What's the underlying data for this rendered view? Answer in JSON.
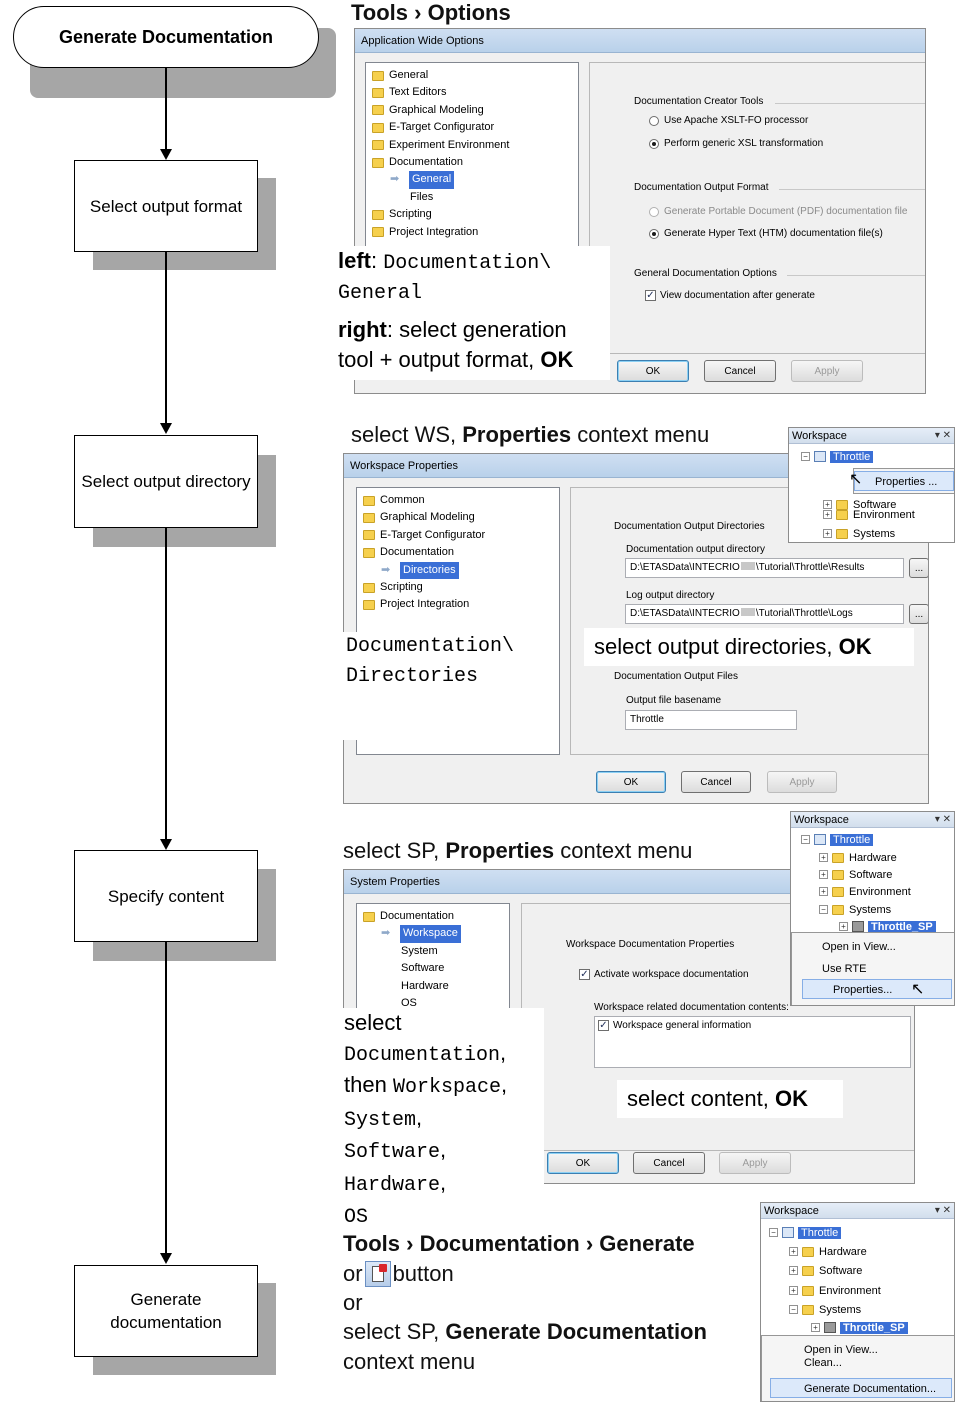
{
  "flow": {
    "start": "Generate Documentation",
    "steps": [
      {
        "label": "Select output format"
      },
      {
        "label": "Select output directory"
      },
      {
        "label": "Specify content"
      },
      {
        "label": "Generate documentation"
      }
    ]
  },
  "step1": {
    "caption": {
      "a": "Tools",
      "sep": " › ",
      "b": "Options"
    },
    "dialog_title": "Application Wide Options",
    "tree": [
      "General",
      "Text Editors",
      "Graphical Modeling",
      "E-Target Configurator",
      "Experiment Environment",
      "Documentation",
      "General",
      "Files",
      "Scripting",
      "Project Integration"
    ],
    "group1": "Documentation Creator Tools",
    "opt1": "Use Apache XSLT-FO processor",
    "opt2": "Perform generic XSL transformation",
    "group2": "Documentation Output Format",
    "opt3": "Generate Portable Document (PDF) documentation file",
    "opt4": "Generate Hyper Text (HTM) documentation file(s)",
    "group3": "General Documentation Options",
    "opt5": "View documentation after generate",
    "ok": "OK",
    "cancel": "Cancel",
    "apply": "Apply",
    "note_left_label": "left",
    "note_left_colon": ": ",
    "note_left_path1": "Documentation\\",
    "note_left_path2": "General",
    "note_right_label": "right",
    "note_right_text1": ": select generation",
    "note_right_text2": "tool + output format, ",
    "note_right_ok": "OK"
  },
  "step2": {
    "caption": {
      "a": "select WS, ",
      "b": "Properties",
      "c": " context menu"
    },
    "dialog_title": "Workspace Properties",
    "tree": [
      "Common",
      "Graphical Modeling",
      "E-Target Configurator",
      "Documentation",
      "Directories",
      "Scripting",
      "Project Integration"
    ],
    "group1": "Documentation Output Directories",
    "doc_dir_label": "Documentation output directory",
    "doc_dir_value": "D:\\ETASData\\INTECRIO",
    "doc_dir_value2": "\\Tutorial\\Throttle\\Results",
    "log_dir_label": "Log output directory",
    "log_dir_value": "D:\\ETASData\\INTECRIO",
    "log_dir_value2": "\\Tutorial\\Throttle\\Logs",
    "browse": "...",
    "group2": "Documentation Output Files",
    "basename_label": "Output file basename",
    "basename_value": "Throttle",
    "ok": "OK",
    "cancel": "Cancel",
    "apply": "Apply",
    "note_path1": "Documentation\\",
    "note_path2": "Directories",
    "note_right": "select output directories, ",
    "note_right_ok": "OK",
    "ws_title": "Workspace",
    "ws_root": "Throttle",
    "ws_items": [
      "Software",
      "Environment",
      "Systems"
    ],
    "ctx_properties": "Properties ..."
  },
  "step3": {
    "caption": {
      "a": "select SP, ",
      "b": "Properties",
      "c": " context menu"
    },
    "dialog_title": "System Properties",
    "tree": [
      "Documentation",
      "Workspace",
      "System",
      "Software",
      "Hardware",
      "OS"
    ],
    "group1": "Workspace Documentation Properties",
    "activate": "Activate workspace documentation",
    "contents_label": "Workspace related documentation contents:",
    "contents_item": "Workspace general information",
    "ok": "OK",
    "cancel": "Cancel",
    "apply": "Apply",
    "note_select": "select",
    "note_doc": "Documentation",
    "note_comma": ",",
    "note_then": "then ",
    "note_ws": "Workspace",
    "note_sys": "System",
    "note_sw": "Software",
    "note_hw": "Hardware",
    "note_os": "OS",
    "note_right": "select content, ",
    "note_right_ok": "OK",
    "ws_title": "Workspace",
    "ws_root": "Throttle",
    "ws_items": [
      "Hardware",
      "Software",
      "Environment",
      "Systems"
    ],
    "ws_sp": "Throttle_SP",
    "ctx_items": [
      "Open in View...",
      "Use RTE",
      "Properties..."
    ]
  },
  "step4": {
    "line1": {
      "a": "Tools",
      "b": "Documentation",
      "c": "Generate",
      "sep": " › "
    },
    "or1": "or ",
    "button_word": " button",
    "or2": "or",
    "line3": {
      "a": "select SP, ",
      "b": "Generate Documentation"
    },
    "line4": "context menu",
    "ws_title": "Workspace",
    "ws_root": "Throttle",
    "ws_items": [
      "Hardware",
      "Software",
      "Environment",
      "Systems"
    ],
    "ws_sp": "Throttle_SP",
    "ctx_items": [
      "Open in View...",
      "Clean...",
      "Generate Documentation..."
    ]
  }
}
